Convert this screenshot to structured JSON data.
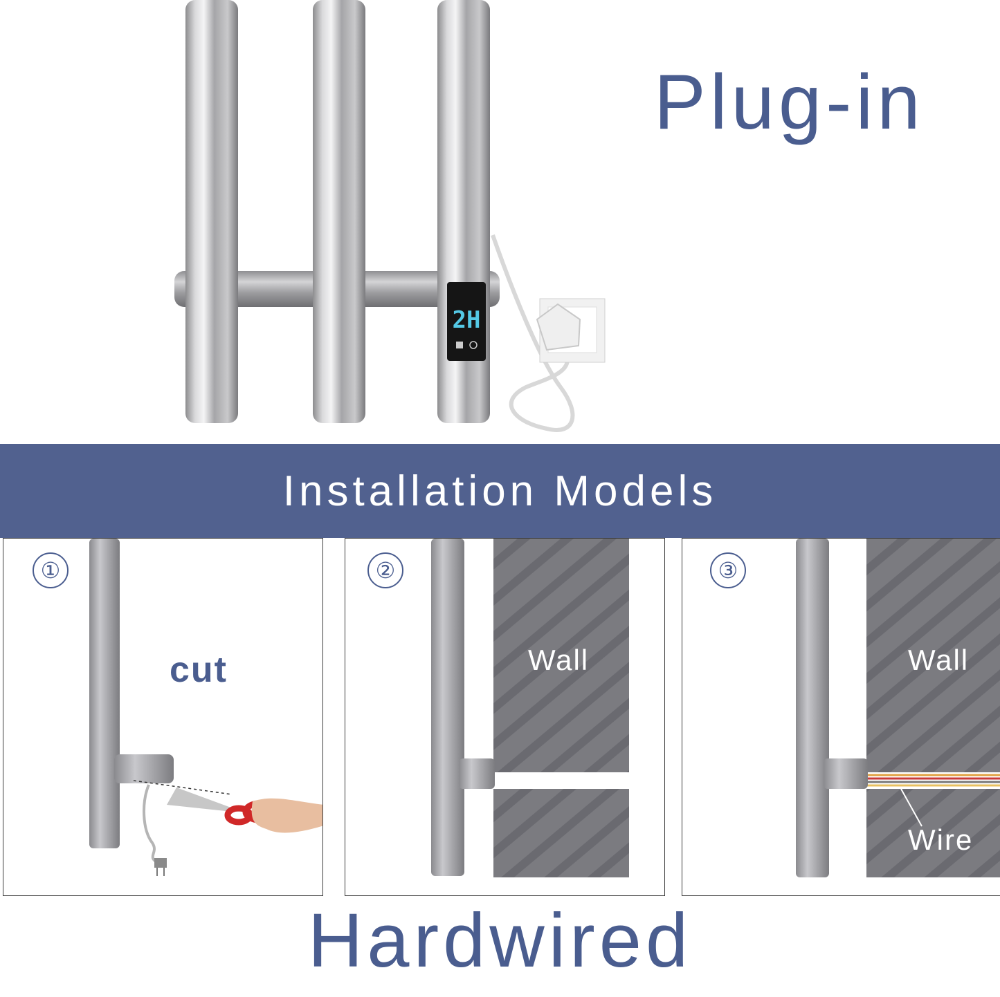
{
  "header": {
    "title": "Plug-in"
  },
  "display": {
    "readout": "2H"
  },
  "banner": {
    "title": "Installation Models"
  },
  "panels": [
    {
      "step": "①",
      "label": "cut"
    },
    {
      "step": "②",
      "wall_label": "Wall"
    },
    {
      "step": "③",
      "wall_label": "Wall",
      "wire_label": "Wire"
    }
  ],
  "footer": {
    "title": "Hardwired"
  },
  "colors": {
    "accent": "#4a5d8f",
    "banner": "#51618f",
    "wall": "#7b7b80",
    "stripe": "#6a6a70"
  }
}
